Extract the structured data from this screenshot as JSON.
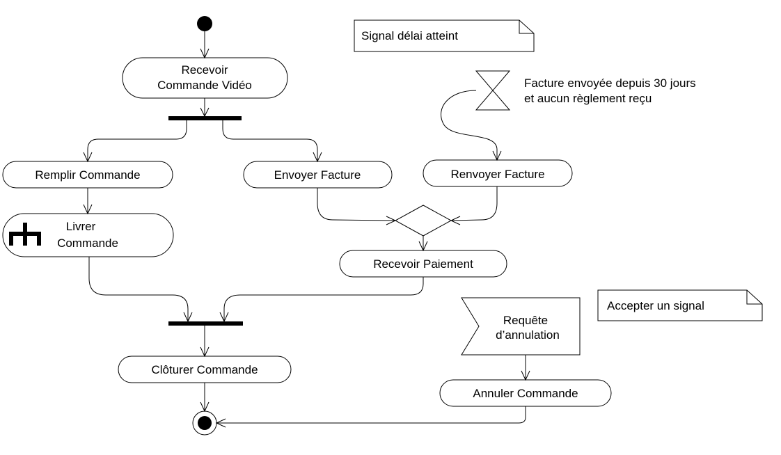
{
  "diagram": {
    "type": "uml-activity",
    "actions": {
      "recevoir_commande": {
        "line1": "Recevoir",
        "line2": "Commande Vidéo"
      },
      "remplir_commande": "Remplir Commande",
      "envoyer_facture": "Envoyer Facture",
      "renvoyer_facture": "Renvoyer Facture",
      "livrer_commande": {
        "line1": "Livrer",
        "line2": "Commande"
      },
      "recevoir_paiement": "Recevoir Paiement",
      "cloturer_commande": "Clôturer Commande",
      "annuler_commande": "Annuler Commande"
    },
    "time_event": {
      "line1": "Facture envoyée depuis 30 jours",
      "line2": "et aucun règlement reçu"
    },
    "accept_signal": {
      "line1": "Requête",
      "line2": "d’annulation"
    },
    "notes": {
      "time_signal": "Signal délai atteint",
      "accept_signal": "Accepter un signal"
    }
  }
}
